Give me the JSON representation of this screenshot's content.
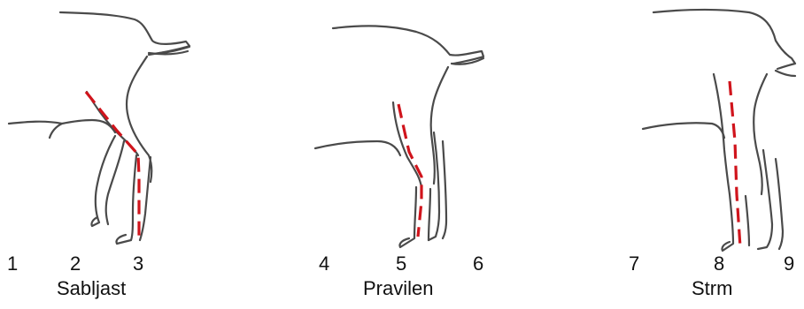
{
  "panels": [
    {
      "caption": "Sabljast",
      "numbers": [
        "1",
        "2",
        "3"
      ],
      "colors": {
        "outline": "#4a4a4a",
        "axis": "#d0141c"
      }
    },
    {
      "caption": "Pravilen",
      "numbers": [
        "4",
        "5",
        "6"
      ],
      "colors": {
        "outline": "#4a4a4a",
        "axis": "#d0141c"
      }
    },
    {
      "caption": "Strm",
      "numbers": [
        "7",
        "8",
        "9"
      ],
      "colors": {
        "outline": "#4a4a4a",
        "axis": "#d0141c"
      }
    }
  ]
}
